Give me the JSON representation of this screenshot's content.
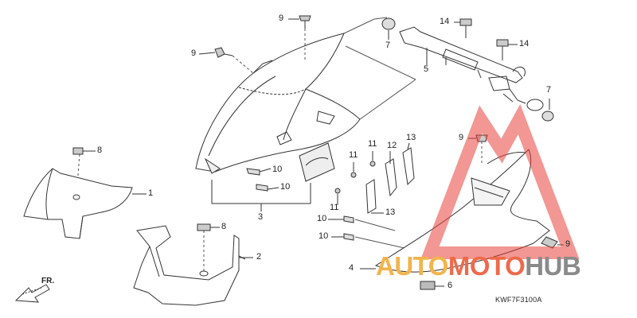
{
  "diagram": {
    "part_code": "KWF7F3100A",
    "front_label": "FR.",
    "callouts": [
      {
        "id": "c9a",
        "text": "9"
      },
      {
        "id": "c9b",
        "text": "9"
      },
      {
        "id": "c7a",
        "text": "7"
      },
      {
        "id": "c14a",
        "text": "14"
      },
      {
        "id": "c14b",
        "text": "14"
      },
      {
        "id": "c5",
        "text": "5"
      },
      {
        "id": "c7b",
        "text": "7"
      },
      {
        "id": "c8a",
        "text": "8"
      },
      {
        "id": "c1",
        "text": "1"
      },
      {
        "id": "c10a",
        "text": "10"
      },
      {
        "id": "c10b",
        "text": "10"
      },
      {
        "id": "c3",
        "text": "3"
      },
      {
        "id": "c11a",
        "text": "11"
      },
      {
        "id": "c11b",
        "text": "11"
      },
      {
        "id": "c11c",
        "text": "11"
      },
      {
        "id": "c12",
        "text": "12"
      },
      {
        "id": "c13a",
        "text": "13"
      },
      {
        "id": "c13b",
        "text": "13"
      },
      {
        "id": "c9c",
        "text": "9"
      },
      {
        "id": "c10c",
        "text": "10"
      },
      {
        "id": "c10d",
        "text": "10"
      },
      {
        "id": "c8b",
        "text": "8"
      },
      {
        "id": "c2",
        "text": "2"
      },
      {
        "id": "c4",
        "text": "4"
      },
      {
        "id": "c9d",
        "text": "9"
      },
      {
        "id": "c6",
        "text": "6"
      }
    ]
  },
  "watermark": {
    "part1": "AUTO",
    "part2": "MOTO",
    "part3": "HUB",
    "colors": {
      "auto": "#f2b44c",
      "moto": "#ee6a4a",
      "hub": "#8a8a8a",
      "triangle": "#e8413a"
    }
  }
}
